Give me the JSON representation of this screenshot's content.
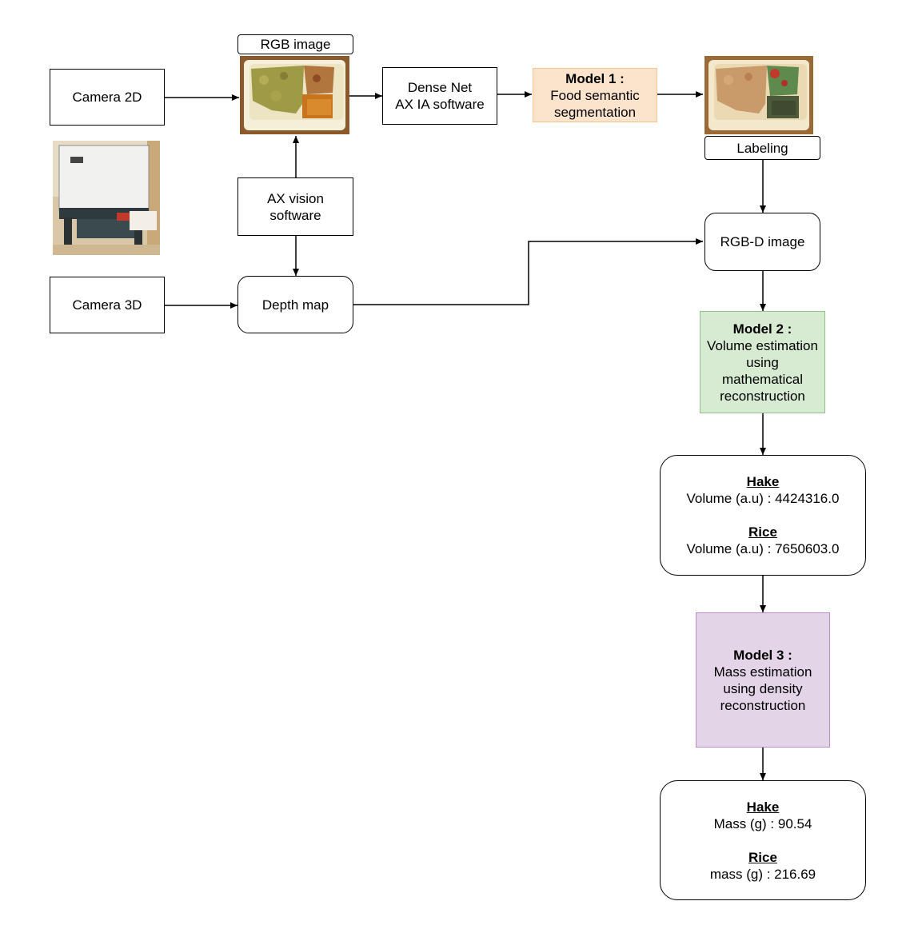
{
  "camera2d": {
    "label": "Camera 2D"
  },
  "camera3d": {
    "label": "Camera 3D"
  },
  "rgb_image": {
    "tag": "RGB image"
  },
  "dense_net": {
    "line1": "Dense Net",
    "line2": "AX IA software"
  },
  "model1": {
    "title": "Model 1 :",
    "line1": "Food semantic",
    "line2": "segmentation"
  },
  "labeling": {
    "tag": "Labeling"
  },
  "ax_vision": {
    "line1": "AX vision",
    "line2": "software"
  },
  "depth_map": {
    "label": "Depth map"
  },
  "rgbd": {
    "label": "RGB-D image"
  },
  "model2": {
    "title": "Model 2 :",
    "line1": "Volume estimation",
    "line2": "using",
    "line3": "mathematical",
    "line4": "reconstruction"
  },
  "volume_results": {
    "hake_title": "Hake",
    "hake_value": "Volume (a.u) : 4424316.0",
    "rice_title": "Rice",
    "rice_value": "Volume (a.u) : 7650603.0"
  },
  "model3": {
    "title": "Model 3 :",
    "line1": "Mass estimation",
    "line2": "using density",
    "line3": "reconstruction"
  },
  "mass_results": {
    "hake_title": "Hake",
    "hake_value": "Mass (g) : 90.54",
    "rice_title": "Rice",
    "rice_value": "mass (g) : 216.69"
  },
  "colors": {
    "model1": "#fbe3cc",
    "model2": "#d7ebd3",
    "model3": "#e3d4e8"
  }
}
